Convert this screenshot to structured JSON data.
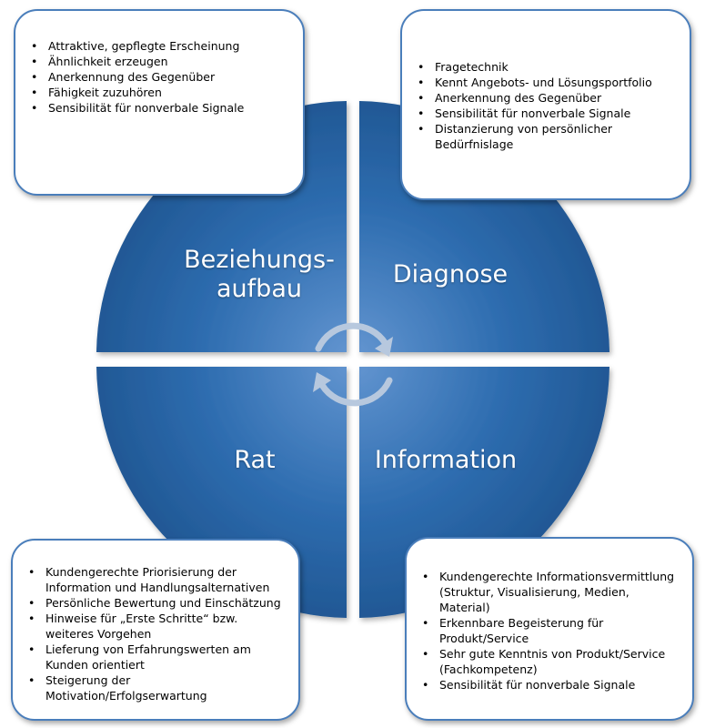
{
  "colors": {
    "quadrant_dark": "#1f5591",
    "quadrant_mid": "#2e6db0",
    "quadrant_light": "#6496d1",
    "box_border": "#4a7ebb",
    "arrow": "#b7c8de"
  },
  "quadrants": {
    "top_left": {
      "label_line1": "Beziehungs-",
      "label_line2": "aufbau"
    },
    "top_right": {
      "label": "Diagnose"
    },
    "bottom_left": {
      "label": "Rat"
    },
    "bottom_right": {
      "label": "Information"
    }
  },
  "cycle_icons": [
    "circular-arrow-clockwise-icon",
    "circular-arrow-counterclockwise-icon"
  ],
  "boxes": {
    "top_left": {
      "items": [
        "Attraktive, gepflegte Erscheinung",
        "Ähnlichkeit erzeugen",
        "Anerkennung des Gegenüber",
        "Fähigkeit zuzuhören",
        "Sensibilität für nonverbale Signale"
      ]
    },
    "top_right": {
      "items": [
        "Fragetechnik",
        "Kennt Angebots- und Lösungsportfolio",
        "Anerkennung des Gegenüber",
        "Sensibilität für nonverbale Signale",
        "Distanzierung von persönlicher Bedürfnislage"
      ]
    },
    "bottom_left": {
      "items": [
        "Kundengerechte Priorisierung der Information und Handlungsalternativen",
        "Persönliche Bewertung und Einschätzung",
        "Hinweise für „Erste Schritte“ bzw. weiteres Vorgehen",
        "Lieferung von Erfahrungswerten am Kunden orientiert",
        "Steigerung der Motivation/Erfolgserwartung"
      ]
    },
    "bottom_right": {
      "items": [
        "Kundengerechte Informationsvermittlung (Struktur, Visualisierung, Medien, Material)",
        "Erkennbare Begeisterung für Produkt/Service",
        "Sehr gute Kenntnis von Produkt/Service (Fachkompetenz)",
        "Sensibilität für nonverbale Signale"
      ]
    }
  }
}
